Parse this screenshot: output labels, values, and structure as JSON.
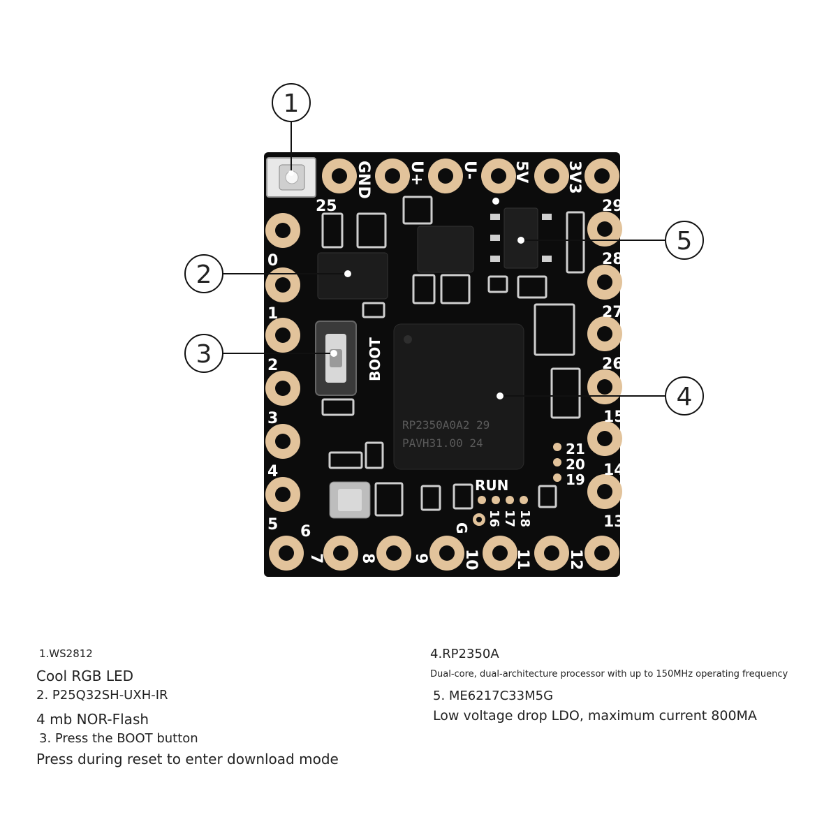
{
  "callouts": [
    "1",
    "2",
    "3",
    "4",
    "5"
  ],
  "top_pin_labels": [
    "GND",
    "U+",
    "U-",
    "5V",
    "3V3"
  ],
  "left_pin_labels": [
    "25",
    "0",
    "1",
    "2",
    "3",
    "4",
    "5",
    "6"
  ],
  "right_pin_labels": [
    "29",
    "28",
    "27",
    "26",
    "15",
    "14",
    "13"
  ],
  "bottom_pin_labels": [
    "7",
    "8",
    "9",
    "10",
    "11",
    "12"
  ],
  "inner_labels": {
    "boot": "BOOT",
    "run": "RUN",
    "g": "G",
    "pads_16_18": [
      "16",
      "17",
      "18"
    ],
    "pads_19_21": [
      "21",
      "20",
      "19"
    ]
  },
  "chip_marking": [
    "RP2350A0A2  29",
    "PAVH31.00   24"
  ],
  "descriptions": {
    "d1_title": "1.WS2812",
    "d1_text": "Cool RGB LED",
    "d2_title": "2. P25Q32SH-UXH-IR",
    "d2_text": "4 mb NOR-Flash",
    "d3_title": "3. Press the BOOT button",
    "d3_text": "Press during reset to enter download mode",
    "d4_title": "4.RP2350A",
    "d4_text": "Dual-core, dual-architecture processor with up to 150MHz operating frequency",
    "d5_title": "5. ME6217C33M5G",
    "d5_text": "Low voltage drop LDO, maximum current 800MA"
  }
}
